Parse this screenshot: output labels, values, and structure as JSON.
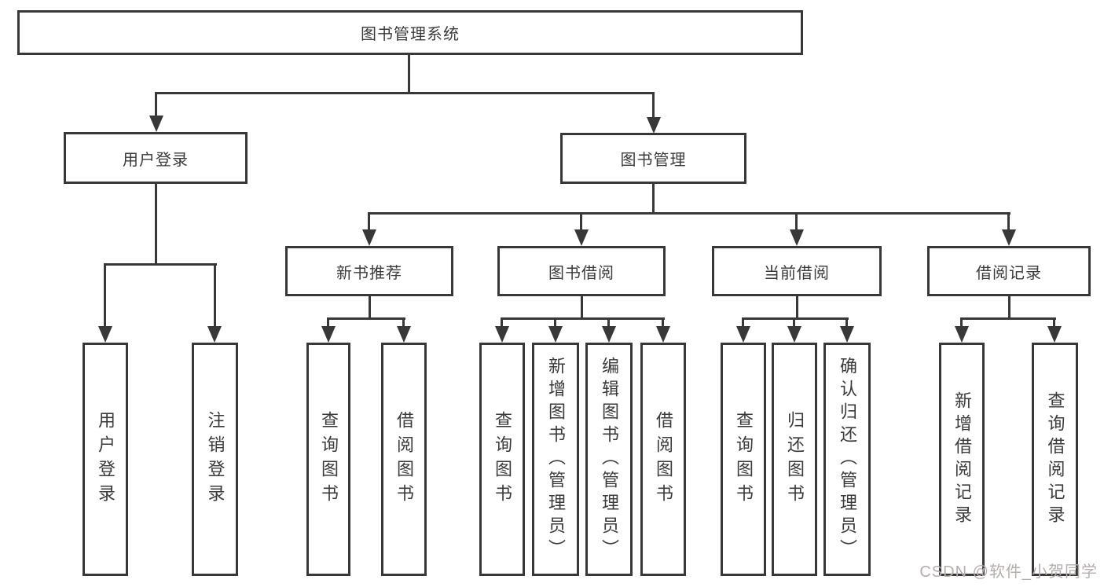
{
  "diagram": {
    "type": "hierarchy-tree",
    "colors": {
      "line": "#383838",
      "text": "#3a3a3a",
      "box_background": "#ffffff",
      "watermark": "#b6adad"
    },
    "root": {
      "label": "图书管理系统"
    },
    "level2": {
      "user_login": {
        "label": "用户登录"
      },
      "book_mgmt": {
        "label": "图书管理"
      }
    },
    "level3": {
      "new_book_rec": {
        "label": "新书推荐"
      },
      "book_borrow": {
        "label": "图书借阅"
      },
      "current_borrow": {
        "label": "当前借阅"
      },
      "borrow_record": {
        "label": "借阅记录"
      }
    },
    "leaves": {
      "user_login": {
        "label": "用户登录"
      },
      "logout": {
        "label": "注销登录"
      },
      "rec_query_book": {
        "label": "查询图书"
      },
      "rec_borrow_book": {
        "label": "借阅图书"
      },
      "borrow_query_book": {
        "label": "查询图书"
      },
      "borrow_add_book": {
        "label": "新增图书（管理员）"
      },
      "borrow_edit_book": {
        "label": "编辑图书（管理员）"
      },
      "borrow_borrow_book": {
        "label": "借阅图书"
      },
      "current_query_book": {
        "label": "查询图书"
      },
      "current_return_book": {
        "label": "归还图书"
      },
      "current_confirm_return": {
        "label": "确认归还（管理员）"
      },
      "record_add": {
        "label": "新增借阅记录"
      },
      "record_query": {
        "label": "查询借阅记录"
      }
    },
    "watermark": {
      "text": "CSDN @软件_小贺同学"
    }
  }
}
